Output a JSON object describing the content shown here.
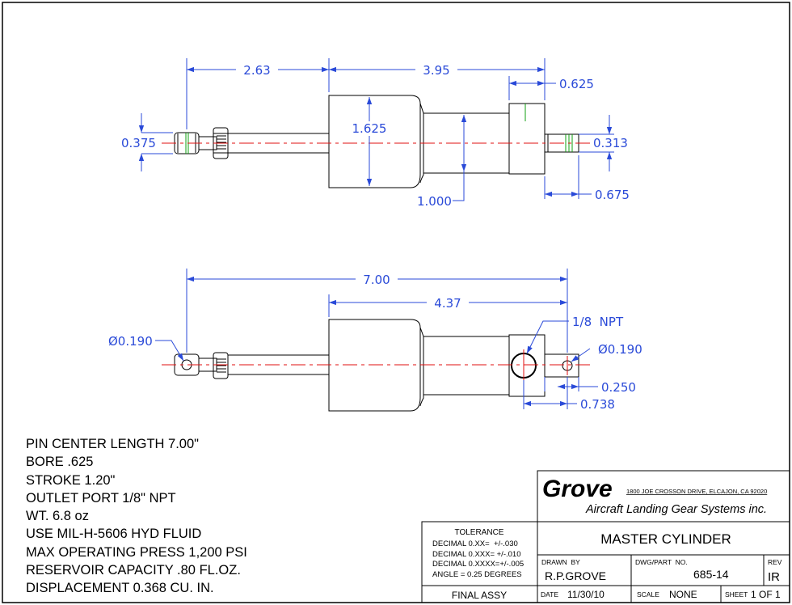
{
  "dimensions": {
    "top_view": {
      "d_263": "2.63",
      "d_395": "3.95",
      "d_0625": "0.625",
      "d_1625": "1.625",
      "d_0375": "0.375",
      "d_0313": "0.313",
      "d_1000": "1.000",
      "d_0675": "0.675"
    },
    "bottom_view": {
      "d_700": "7.00",
      "d_437": "4.37",
      "npt": "1/8  NPT",
      "hole_left": "Ø0.190",
      "hole_right": "Ø0.190",
      "d_0250": "0.250",
      "d_0738": "0.738"
    }
  },
  "notes": [
    "PIN CENTER LENGTH 7.00\"",
    "BORE .625",
    "STROKE 1.20\"",
    "OUTLET PORT 1/8\" NPT",
    "WT. 6.8 oz",
    "USE MIL-H-5606 HYD FLUID",
    "MAX OPERATING PRESS 1,200 PSI",
    "RESERVOIR CAPACITY .80 FL.OZ.",
    "DISPLACEMENT 0.368 CU. IN."
  ],
  "title_block": {
    "company": "Grove",
    "address": "1800 JOE CROSSON DRIVE, ELCAJON, CA 92020",
    "company_sub": "Aircraft Landing Gear Systems inc.",
    "tolerance_title": "TOLERANCE",
    "tolerances": [
      "DECIMAL 0.XX=  +/-.030",
      "DECIMAL 0.XXX= +/-.010",
      "DECIMAL 0.XXXX=+/-.005",
      "ANGLE = 0.25 DEGREES"
    ],
    "final_assy": "FINAL ASSY",
    "title": "MASTER CYLINDER",
    "drawn_by_label": "DRAWN  BY",
    "drawn_by": "R.P.GROVE",
    "dwg_label": "DWG/PART  NO.",
    "dwg_no": "685-14",
    "rev_label": "REV",
    "rev": "IR",
    "date_label": "DATE",
    "date": "11/30/10",
    "scale_label": "SCALE",
    "scale": "NONE",
    "sheet_label": "SHEET",
    "sheet": "1 OF 1"
  },
  "colors": {
    "outline": "#000000",
    "dimension": "#2a4ad8",
    "centerline": "#e01010",
    "thread": "#10a010"
  }
}
